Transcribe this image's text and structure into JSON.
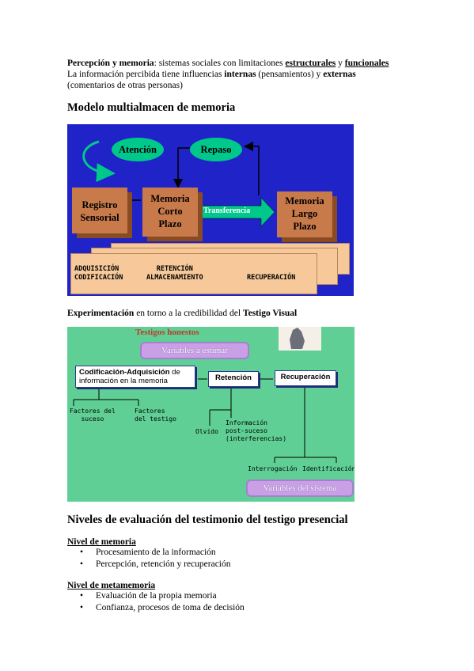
{
  "intro": {
    "line1_bold": "Percepción y memoria",
    "line1_text": ": sistemas sociales con limitaciones ",
    "line1_u1": "estructurales",
    "line1_y": " y ",
    "line1_u2": "funcionales",
    "line2_a": "La información percibida tiene influencias ",
    "line2_b1": "internas",
    "line2_c": " (pensamientos) y ",
    "line2_b2": "externas",
    "line3": "(comentarios de otras personas)"
  },
  "heading1": "Modelo multialmacen de memoria",
  "fig1": {
    "atencion": "Atención",
    "repaso": "Repaso",
    "registro": [
      "Registro",
      "Sensorial"
    ],
    "corto": [
      "Memoria",
      "Corto",
      "Plazo"
    ],
    "transferencia": "Transferencia",
    "largo": [
      "Memoria",
      "Largo",
      "Plazo"
    ],
    "adq": "ADQUISICIÓN",
    "cod": "CODIFICACIÓN",
    "ret": "RETENCIÓN",
    "alm": "ALMACENAMIENTO",
    "rec": "RECUPERACIÓN",
    "colors": {
      "background": "#1f23c8",
      "ellipse": "#00c88a",
      "box": "#c97a4a",
      "sheet": "#f7c99a"
    }
  },
  "caption2": {
    "b1": "Experimentación",
    "t": " en torno a la credibilidad del ",
    "b2": "Testigo Visual"
  },
  "fig2": {
    "title": "Testigos honestos",
    "variables_estimar": "Variables a estimar",
    "cod_adq_bold": "Codificación-Adquisición",
    "cod_adq_rest1": " de",
    "cod_adq_line2": "información en la memoria",
    "retencion": "Retención",
    "recuperacion": "Recuperación",
    "factores_suceso": [
      "Factores del",
      "suceso"
    ],
    "factores_testigo": [
      "Factores",
      "del testigo"
    ],
    "olvido": "Olvido",
    "info_post": [
      "Información",
      "post-suceso",
      "(interferencias)"
    ],
    "interrogacion": "Interrogación",
    "identificacion": "Identificación",
    "variables_sistema": "Variables del sistema",
    "colors": {
      "background": "#5fcf95",
      "title": "#c0392b",
      "pill": "#c9a0e6"
    }
  },
  "heading2": "Niveles de evaluación del testimonio del testigo presencial",
  "nivel_memoria": {
    "title": "Nivel de memoria",
    "items": [
      "Procesamiento de la información",
      "Percepción, retención y recuperación"
    ]
  },
  "nivel_metamemoria": {
    "title": "Nivel de metamemoria",
    "items": [
      "Evaluación de la propia memoria",
      "Confianza, procesos de toma de decisión"
    ]
  }
}
